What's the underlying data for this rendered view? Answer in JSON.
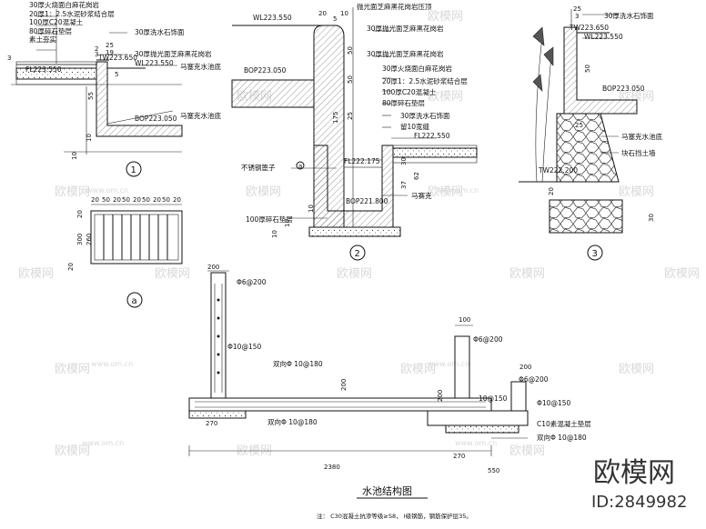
{
  "watermark": {
    "brand": "欧模网",
    "id_label": "ID:2849982",
    "site": "www.om.cn"
  },
  "section1": {
    "number": "1",
    "labels": {
      "l1": "30厚火烧面白麻花岗岩",
      "l2": "20厚1：2.5水泥砂浆结合层",
      "l3": "100厚C20混凝土",
      "l4": "80厚碎石垫层",
      "l5": "素土夯实",
      "l6": "30厚洗水石饰面",
      "l7": "30厚抛光面芝麻黑花岗岩",
      "l8": "马塞克水池底",
      "l9": "马塞克水池底"
    },
    "levels": {
      "tw": "TW223.650",
      "wl": "WL223.550",
      "fl": "FL223.550",
      "bop": "BOP223.050"
    },
    "dims": [
      "2",
      "5",
      "3",
      "25",
      "19",
      "55",
      "10",
      "10",
      "3"
    ]
  },
  "section2": {
    "number": "2",
    "labels": {
      "top": "抛光面芝麻黑花岗岩压顶",
      "l1": "30厚抛光面芝麻黑花岗岩",
      "l2": "30厚火烧面白麻花岗岩",
      "l3": "20厚1：2.5水泥砂浆结合层",
      "l4": "100厚C20混凝土",
      "l5": "80厚碎石垫层",
      "l6": "30厚洗水石饰面",
      "l7": "留10宽缝",
      "l8": "不锈钢篦子",
      "l9": "马赛克",
      "l10": "100厚碎石垫层",
      "callout": "a"
    },
    "levels": {
      "wl": "WL223.550",
      "bop": "BOP223.050",
      "fl1": "FL222.550",
      "fl2": "FL222.175",
      "bop2": "BOP221.800"
    },
    "dims": [
      "20",
      "5",
      "10",
      "50",
      "50",
      "175",
      "25",
      "30",
      "37",
      "62",
      "10",
      "10",
      "10"
    ]
  },
  "section3": {
    "number": "3",
    "labels": {
      "l1": "30厚洗水石饰面",
      "l2": "马塞克水池底",
      "l3": "块石挡土墙"
    },
    "levels": {
      "tw": "TW223.650",
      "wl": "WL223.550",
      "bop": "BOP223.050",
      "tw2": "TW222.200"
    },
    "dims": [
      "25",
      "3",
      "50",
      "25",
      "20",
      "30"
    ]
  },
  "detailA": {
    "label": "a",
    "dims": [
      "20",
      "50",
      "20",
      "50",
      "20",
      "50",
      "20",
      "50",
      "20",
      "300",
      "260",
      "20",
      "20"
    ]
  },
  "structure": {
    "title": "水池结构图",
    "note": "注： C30混凝土抗渗等级≥S8， Ⅰ级钢筋，钢筋保护层35。",
    "labels": {
      "r1": "Φ6@200",
      "r2": "Φ10@150",
      "r3": "双向Φ  10@180",
      "r4": "Φ6@200",
      "r5": "Φ6@200",
      "r6": "10@150",
      "r7": "Φ10@150",
      "r8": "双向Φ  10@180",
      "r9": "C10素混凝土垫层",
      "r10": "双向Φ  10@180"
    },
    "dims": [
      "200",
      "200",
      "270",
      "2380",
      "100",
      "200",
      "200",
      "270",
      "550"
    ]
  }
}
